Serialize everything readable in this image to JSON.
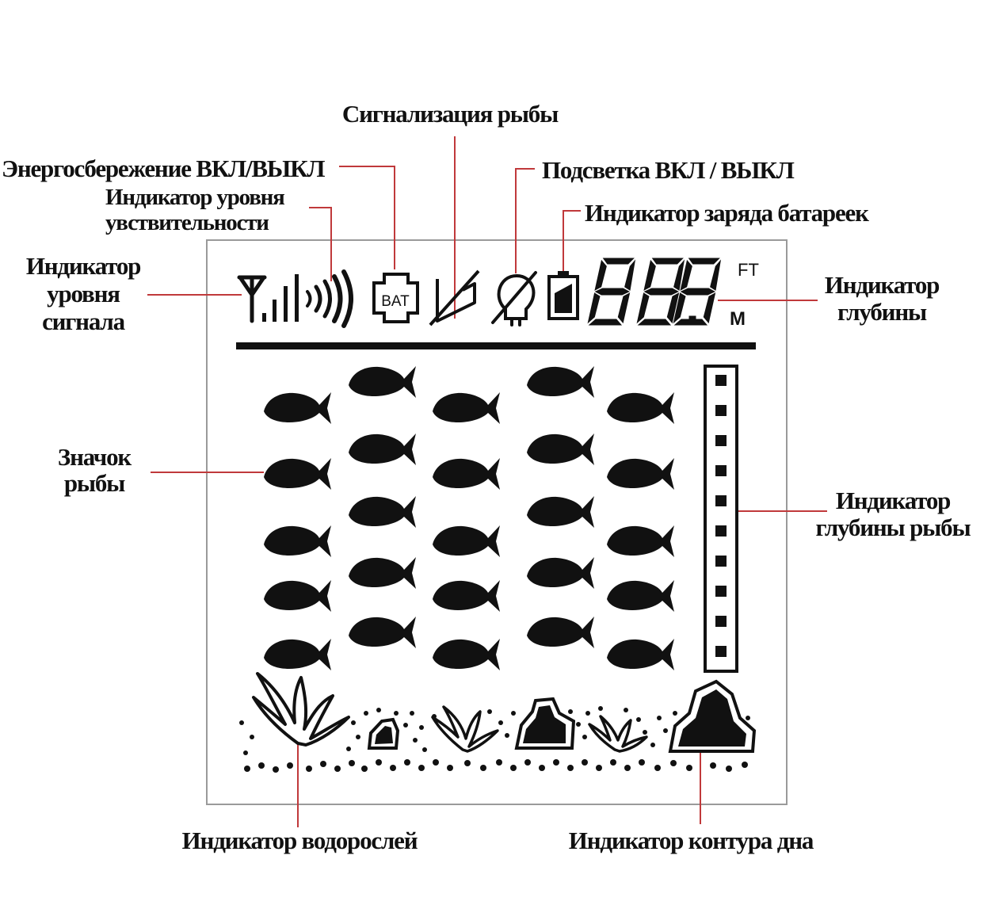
{
  "colors": {
    "leader": "#c0393b",
    "ink": "#111111",
    "frame": "#9a9a9a"
  },
  "labels": {
    "fish_alarm": "Сигнализация рыбы",
    "power_save": "Энергосбережение ВКЛ/ВЫКЛ",
    "backlight": "Подсветка ВКЛ / ВЫКЛ",
    "sensitivity_line1": "Индикатор уровня",
    "sensitivity_line2": "увствительности",
    "battery": "Индикатор заряда батареек",
    "signal_line1": "Индикатор",
    "signal_line2": "уровня",
    "signal_line3": "сигнала",
    "depth_line1": "Индикатор",
    "depth_line2": "глубины",
    "fish_icon_line1": "Значок",
    "fish_icon_line2": "рыбы",
    "fish_depth_line1": "Индикатор",
    "fish_depth_line2": "глубины рыбы",
    "weeds": "Индикатор водорослей",
    "bottom": "Индикатор контура дна"
  },
  "display": {
    "depth_digits": "88.8",
    "unit_ft": "FT",
    "unit_m": "M",
    "bat_text": "BAT"
  },
  "icons": [
    "antenna-icon",
    "signal-bars-icon",
    "sensitivity-arcs-icon",
    "bat-power-save-icon",
    "fish-alarm-icon",
    "backlight-icon",
    "battery-icon",
    "fish-icon",
    "weed-icon",
    "rock-icon"
  ]
}
